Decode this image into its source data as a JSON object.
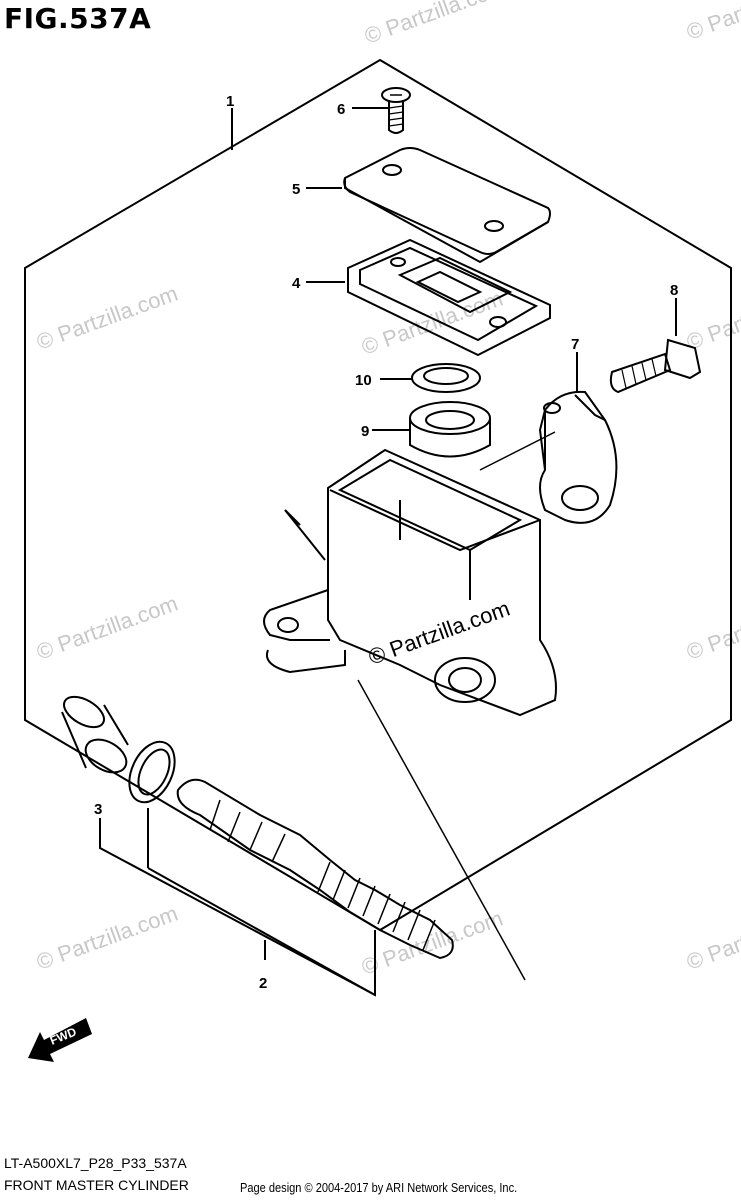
{
  "figure": {
    "title": "FIG.537A",
    "code": "LT-A500XL7_P28_P33_537A",
    "caption": "FRONT MASTER CYLINDER",
    "credit": "Page design © 2004-2017 by ARI Network Services, Inc."
  },
  "callouts": {
    "c1": "1",
    "c2": "2",
    "c3": "3",
    "c4": "4",
    "c5": "5",
    "c6": "6",
    "c7": "7",
    "c8": "8",
    "c9": "9",
    "c10": "10"
  },
  "fwd_label": "FWD",
  "watermark": "© Partzilla.com",
  "colors": {
    "line": "#000000",
    "watermark": "#c8c8c8",
    "background": "#ffffff"
  }
}
